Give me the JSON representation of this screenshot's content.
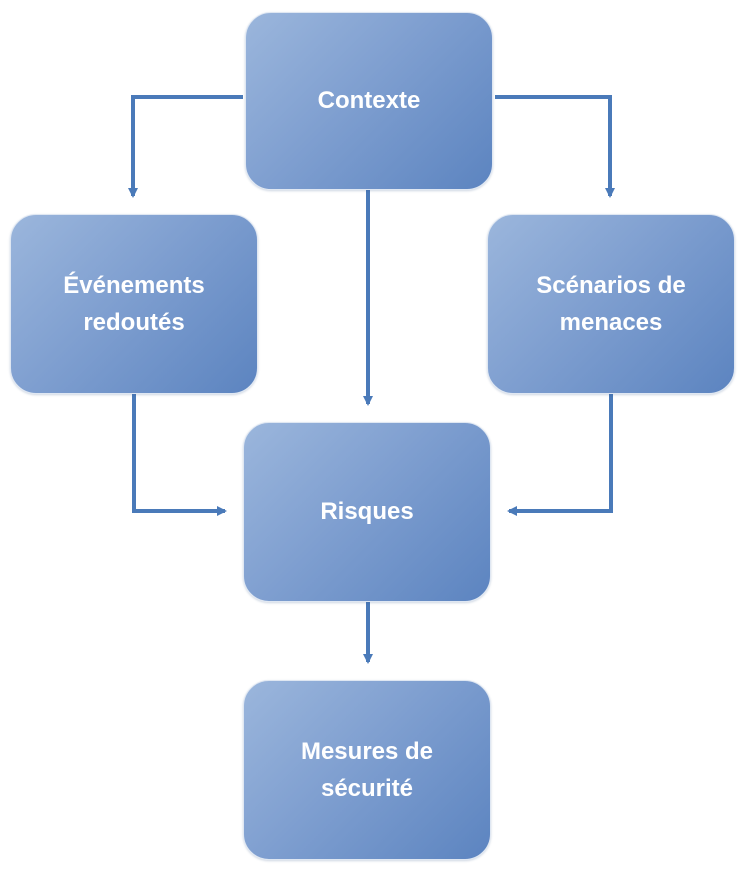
{
  "diagram": {
    "nodes": {
      "contexte": "Contexte",
      "evenements": "Événements redoutés",
      "scenarios": "Scénarios de menaces",
      "risques": "Risques",
      "mesures": "Mesures de sécurité"
    },
    "edges": [
      {
        "from": "contexte",
        "to": "evenements"
      },
      {
        "from": "contexte",
        "to": "scenarios"
      },
      {
        "from": "contexte",
        "to": "risques"
      },
      {
        "from": "evenements",
        "to": "risques"
      },
      {
        "from": "scenarios",
        "to": "risques"
      },
      {
        "from": "risques",
        "to": "mesures"
      }
    ],
    "colors": {
      "node_light": "#9bb6dc",
      "node_dark": "#5c84c0",
      "arrow": "#4a7ab9",
      "text": "#ffffff"
    }
  }
}
